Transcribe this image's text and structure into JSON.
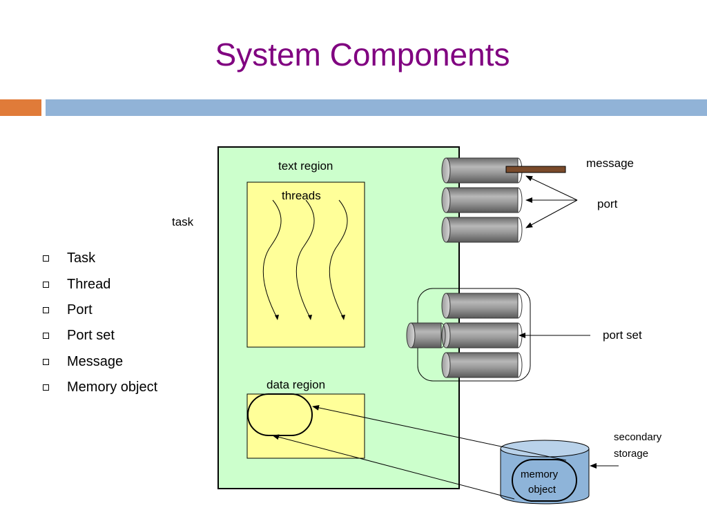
{
  "slide": {
    "title": "System Components",
    "accent_orange": "#e07b39",
    "accent_blue": "#91b3d7",
    "title_color": "#800080"
  },
  "bullets": [
    {
      "label": "Task"
    },
    {
      "label": "Thread"
    },
    {
      "label": "Port"
    },
    {
      "label": "Port set"
    },
    {
      "label": "Message"
    },
    {
      "label": "Memory object"
    }
  ],
  "diagram": {
    "task_label": "task",
    "text_region_label": "text region",
    "threads_label": "threads",
    "data_region_label": "data region",
    "message_label": "message",
    "port_label": "port",
    "port_set_label": "port set",
    "secondary_storage_line1": "secondary",
    "secondary_storage_line2": "storage",
    "memory_object_line1": "memory",
    "memory_object_line2": "object",
    "task_color": "#ccffcc",
    "region_color": "#ffff99",
    "storage_color": "#8eb4d9"
  }
}
